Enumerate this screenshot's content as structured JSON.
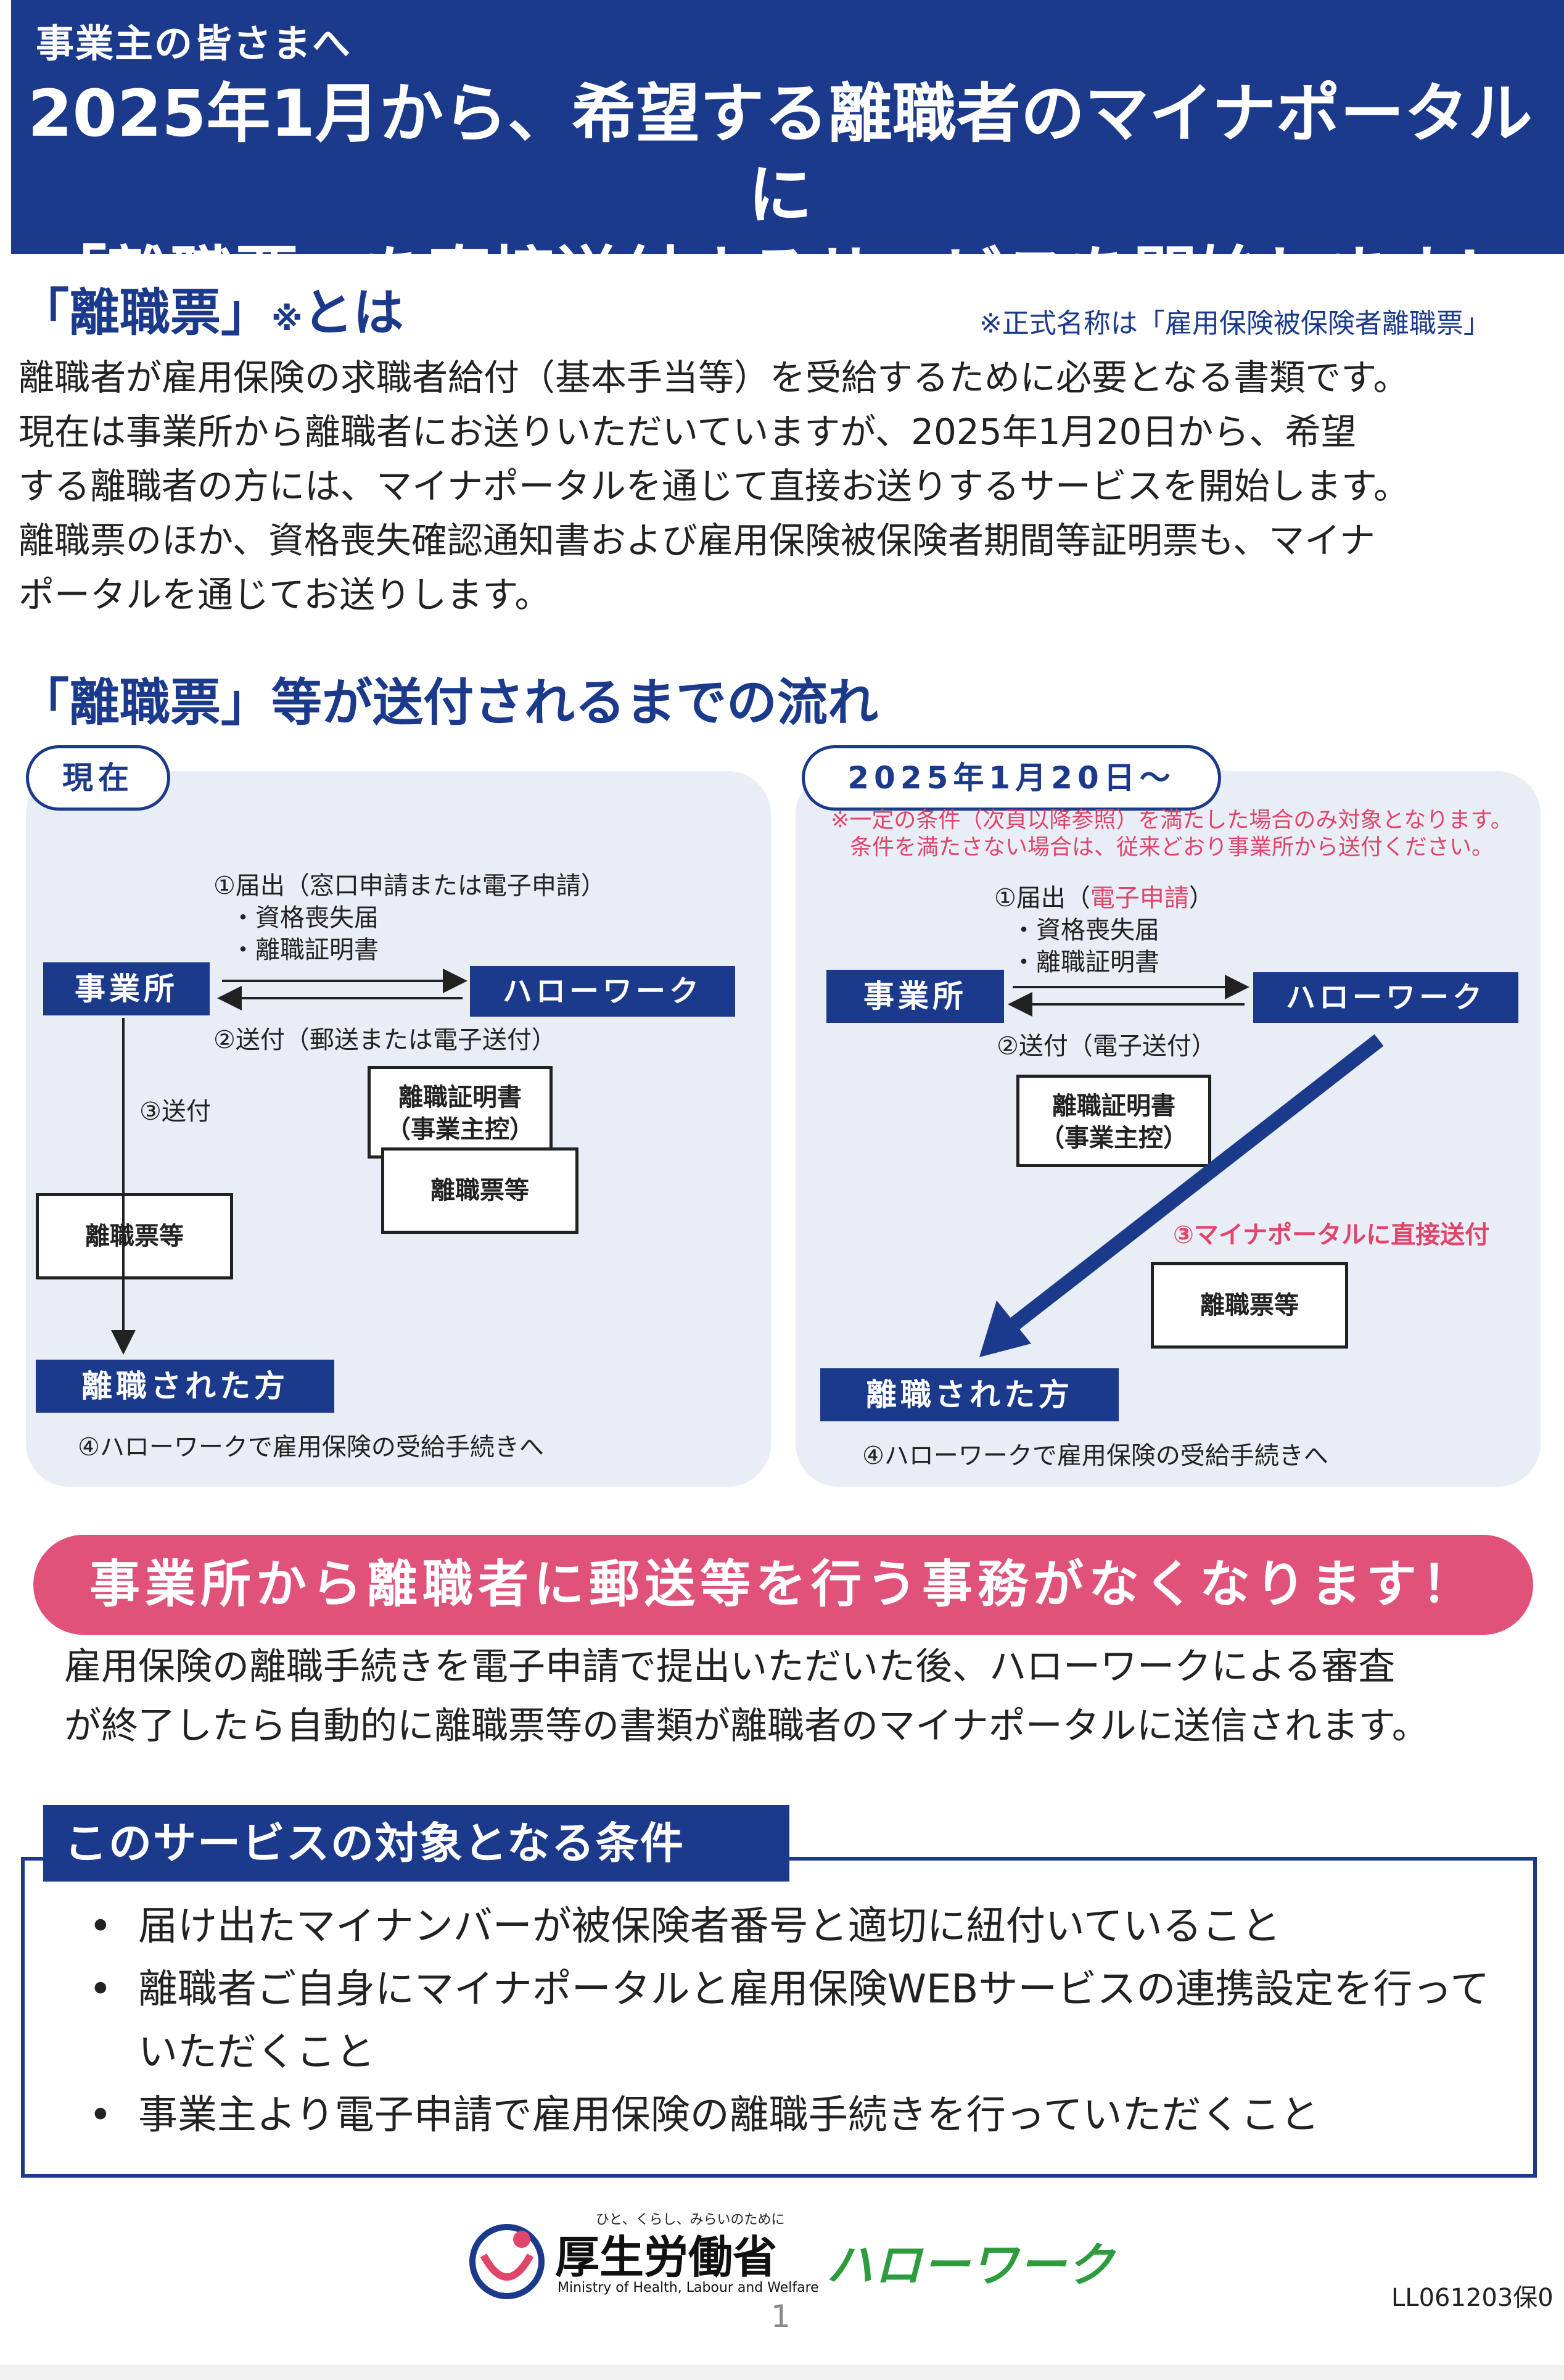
{
  "header": {
    "subtitle": "事業主の皆さまへ",
    "title_line1": "2025年1月から、希望する離職者のマイナポータルに",
    "title_line2": "「離職票」を直接送付するサービスを開始します！"
  },
  "section1": {
    "title": "「離職票」",
    "title_mark": "※",
    "title_tail": "とは",
    "note": "※正式名称は「雇用保険被保険者離職票」",
    "body": [
      "離職者が雇用保険の求職者給付（基本手当等）を受給するために必要となる書類です。",
      "現在は事業所から離職者にお送りいただいていますが、2025年1月20日から、希望",
      "する離職者の方には、マイナポータルを通じて直接お送りするサービスを開始します。",
      "離職票のほか、資格喪失確認通知書および雇用保険被保険者期間等証明票も、マイナ",
      "ポータルを通じてお送りします。"
    ]
  },
  "section2": {
    "title": "「離職票」等が送付されるまでの流れ",
    "current": {
      "tag": "現在",
      "step1_line1": "①届出（窓口申請または電子申請）",
      "step1_line2": "・資格喪失届",
      "step1_line3": "・離職証明書",
      "office": "事業所",
      "hellowork": "ハローワーク",
      "step2": "②送付（郵送または電子送付）",
      "step3": "③送付",
      "doc_cert_line1": "離職証明書",
      "doc_cert_line2": "（事業主控）",
      "doc_slip": "離職票等",
      "doc_slip2": "離職票等",
      "leaver": "離職された方",
      "step4": "④ハローワークで雇用保険の受給手続きへ"
    },
    "future": {
      "tag": "2025年1月20日～",
      "cond_line1": "※一定の条件（次頁以降参照）を満たした場合のみ対象となります。",
      "cond_line2": "条件を満たさない場合は、従来どおり事業所から送付ください。",
      "step1_prefix": "①届出（",
      "step1_red": "電子申請",
      "step1_suffix": "）",
      "step1_line2": "・資格喪失届",
      "step1_line3": "・離職証明書",
      "office": "事業所",
      "hellowork": "ハローワーク",
      "step2": "②送付（電子送付）",
      "doc_cert_line1": "離職証明書",
      "doc_cert_line2": "（事業主控）",
      "step3": "③マイナポータルに直接送付",
      "doc_slip": "離職票等",
      "leaver": "離職された方",
      "step4": "④ハローワークで雇用保険の受給手続きへ"
    }
  },
  "banner": {
    "text": "事業所から離職者に郵送等を行う事務がなくなります！",
    "body_line1": "雇用保険の離職手続きを電子申請で提出いただいた後、ハローワークによる審査",
    "body_line2": "が終了したら自動的に離職票等の書類が離職者のマイナポータルに送信されます。"
  },
  "conditions": {
    "title": "このサービスの対象となる条件",
    "items": [
      "届け出たマイナンバーが被保険者番号と適切に紐付いていること",
      "離職者ご自身にマイナポータルと雇用保険WEBサービスの連携設定を行っていただくこと",
      "事業主より電子申請で雇用保険の離職手続きを行っていただくこと"
    ]
  },
  "footer": {
    "slogan": "ひと、くらし、みらいのために",
    "ministry": "厚生労働省",
    "ministry_en": "Ministry of Health, Labour and Welfare",
    "hellowork": "ハローワーク",
    "code": "LL061203保0",
    "page": "1"
  },
  "colors": {
    "navy": "#1c3a8c",
    "pink": "#e0527a",
    "red_text": "#e0456a",
    "panel_bg": "#e9edf6",
    "hellowork_green": "#2e9b3e"
  }
}
